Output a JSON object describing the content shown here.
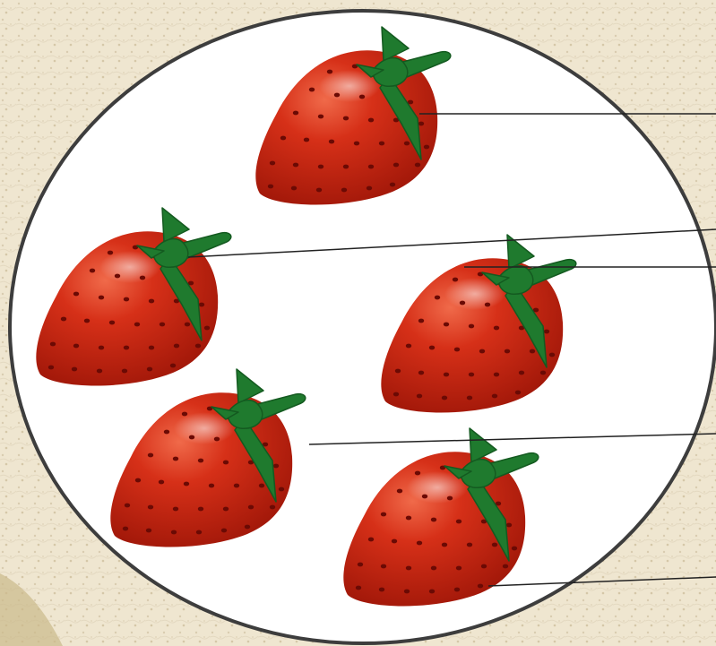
{
  "background": {
    "paper_color": "#efe6d0",
    "paper_speckle_color": "#d9ccb0",
    "corner_shadow_color": "#cbb98a"
  },
  "circle": {
    "fill": "#ffffff",
    "stroke": "#3d3d3d"
  },
  "strawberry_colors": {
    "body_dark": "#9e1608",
    "body_mid": "#d63018",
    "body_light": "#f06a4a",
    "seed": "#6b0a04",
    "seed_highlight": "#ff8c70",
    "leaf": "#1f7a2e",
    "leaf_dark": "#145a20"
  },
  "pointer_line_color": "#222222",
  "strawberries": [
    {
      "id": "strawberry-1",
      "icon": "strawberry-icon"
    },
    {
      "id": "strawberry-2",
      "icon": "strawberry-icon"
    },
    {
      "id": "strawberry-3",
      "icon": "strawberry-icon"
    },
    {
      "id": "strawberry-4",
      "icon": "strawberry-icon"
    },
    {
      "id": "strawberry-5",
      "icon": "strawberry-icon"
    }
  ]
}
